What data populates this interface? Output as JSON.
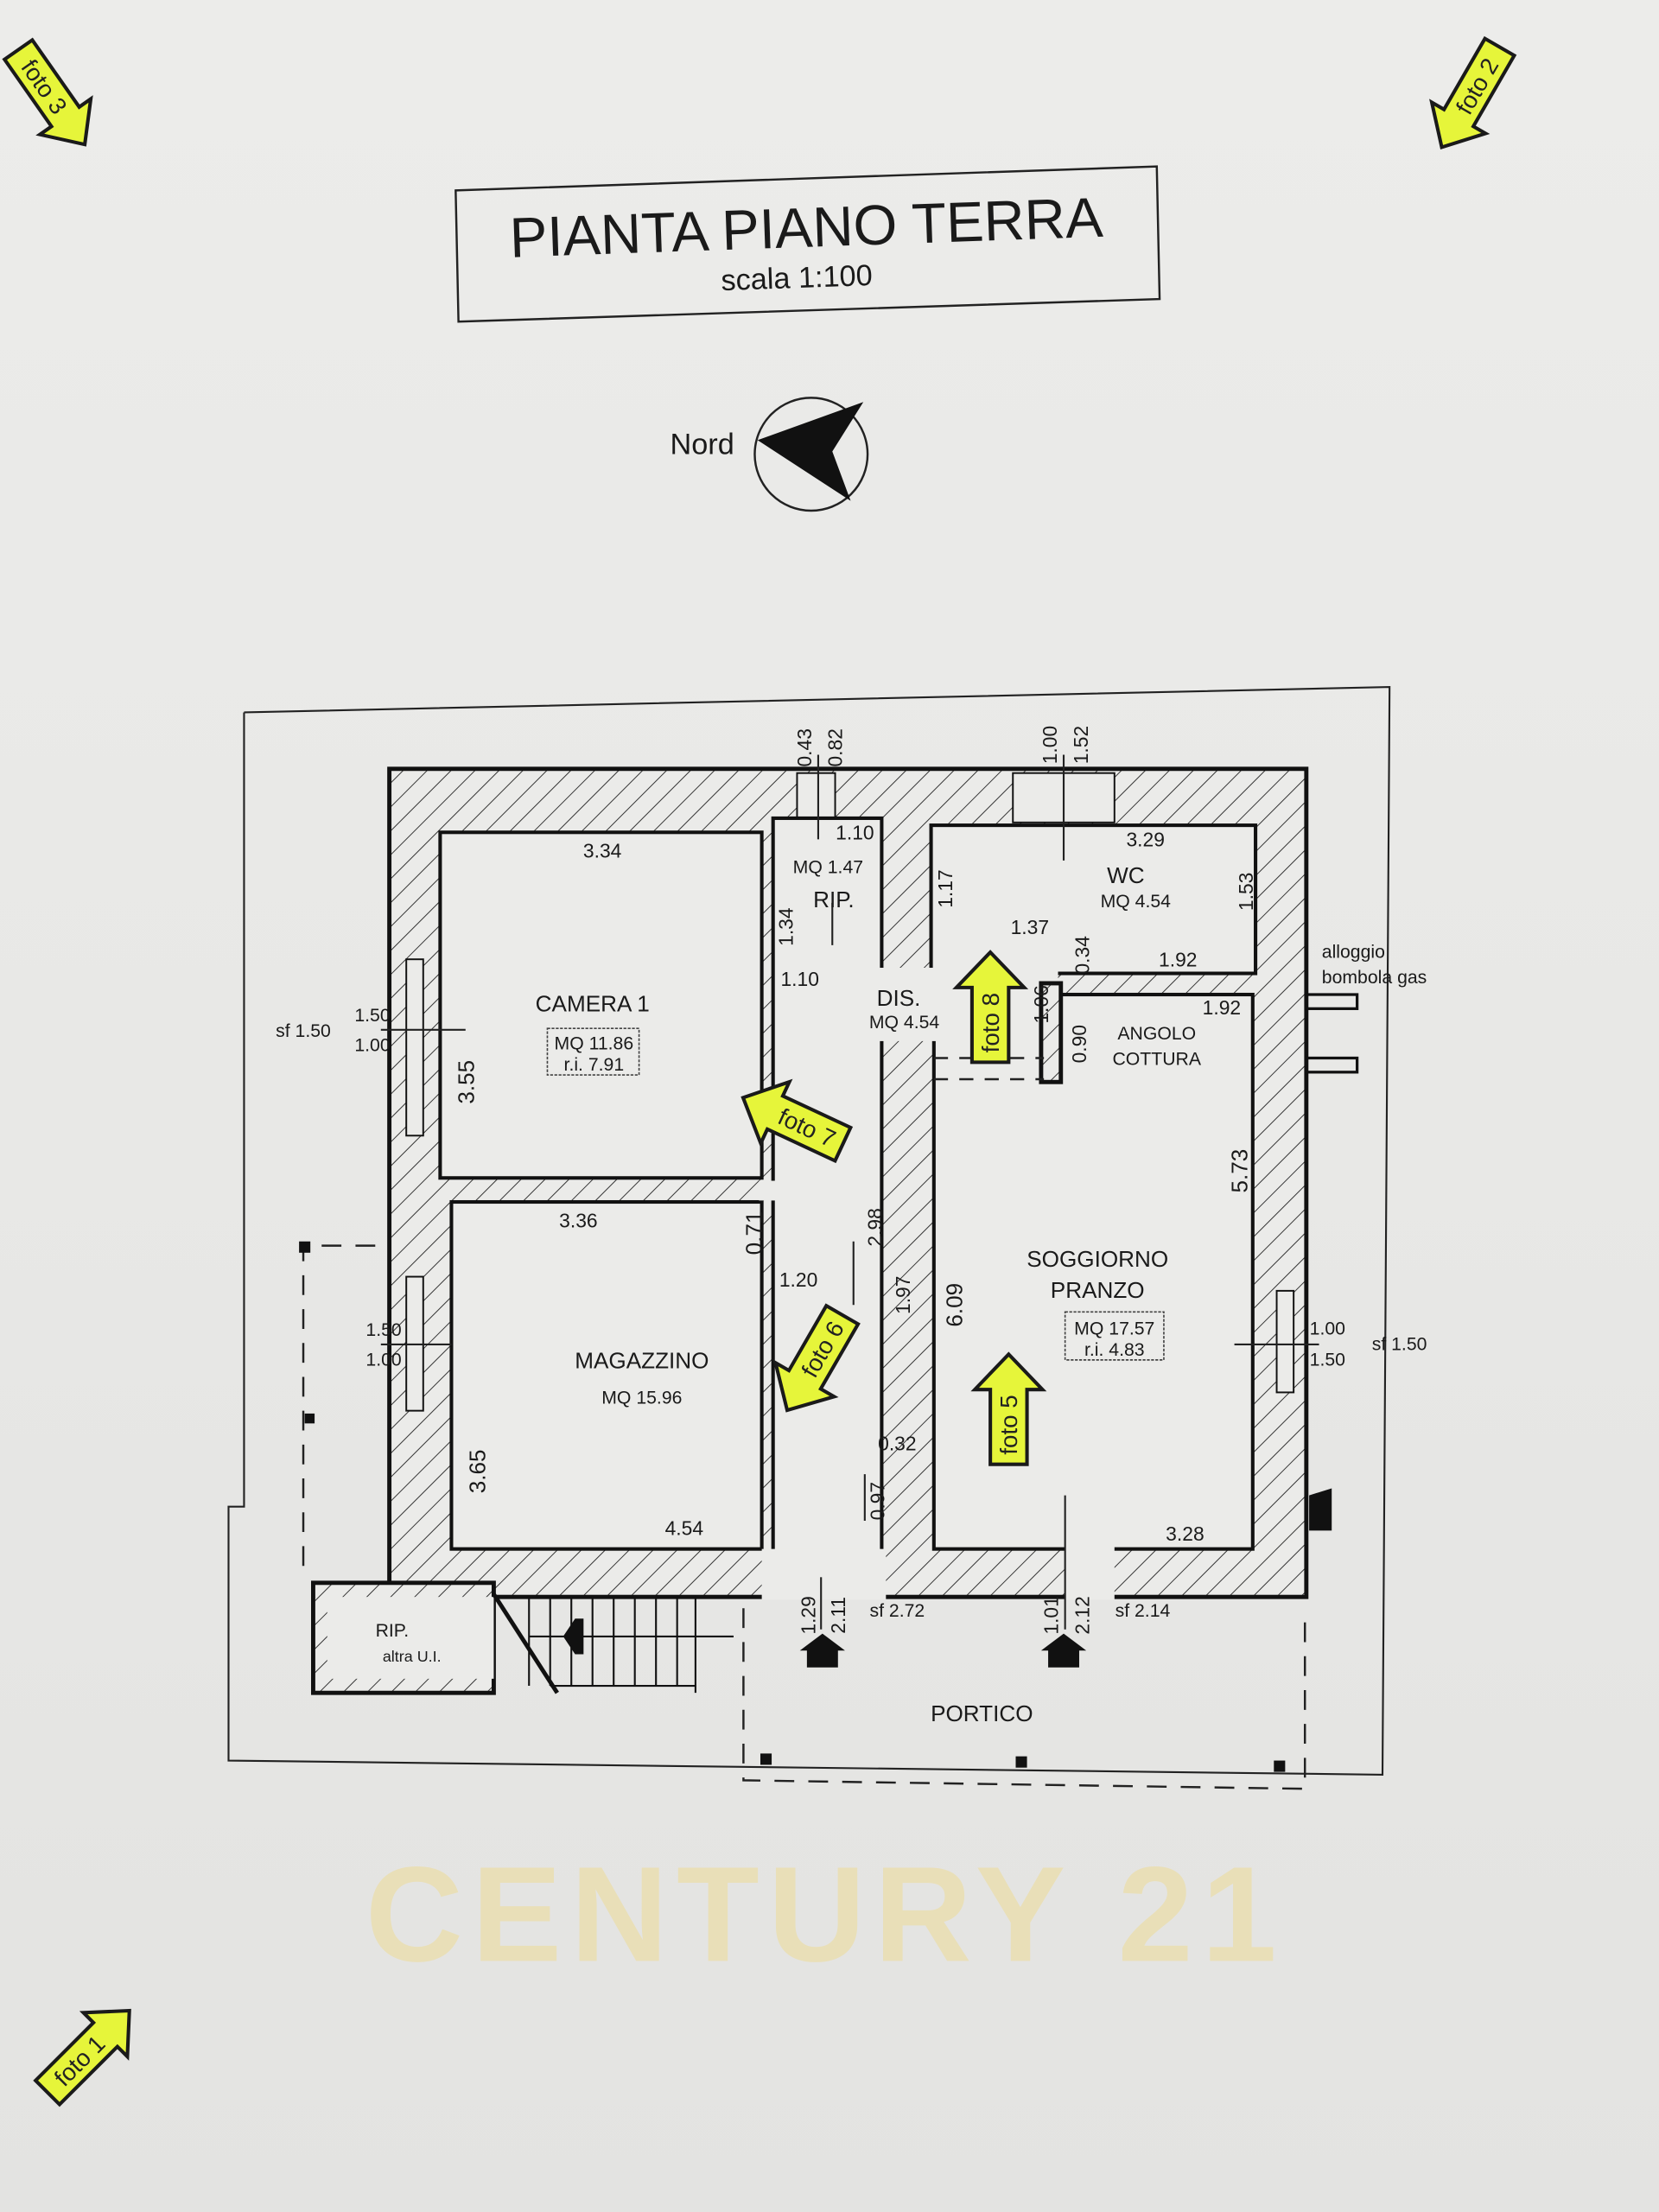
{
  "title": "PIANTA PIANO TERRA",
  "scale": "scala 1:100",
  "north_label": "Nord",
  "watermark": "CENTURY 21",
  "colors": {
    "highlight": "#e6f53a",
    "wall": "#111111",
    "watermark": "#e9dfb8"
  },
  "rooms": {
    "camera": {
      "name": "CAMERA 1",
      "area": "MQ 11.86",
      "ri": "r.i. 7.91"
    },
    "magazzino": {
      "name": "MAGAZZINO",
      "area": "MQ 15.96"
    },
    "rip": {
      "name": "RIP.",
      "area": "MQ 1.47"
    },
    "dis": {
      "name": "DIS.",
      "area": "MQ 4.54"
    },
    "wc": {
      "name": "WC",
      "area": "MQ 4.54"
    },
    "angolo": {
      "line1": "ANGOLO",
      "line2": "COTTURA"
    },
    "soggiorno": {
      "line1": "SOGGIORNO",
      "line2": "PRANZO",
      "area": "MQ 17.57",
      "ri": "r.i. 4.83"
    },
    "portico": {
      "name": "PORTICO"
    },
    "rip_altra": {
      "name": "RIP.",
      "sub": "altra U.I."
    },
    "gas": {
      "line1": "alloggio",
      "line2": "bombola gas"
    }
  },
  "dims_h": [
    "3.34",
    "1.10",
    "1.10",
    "3.29",
    "1.37",
    "1.92",
    "1.92",
    "3.36",
    "1.20",
    "4.54",
    "3.28",
    "0.32",
    "sf 1.50",
    "1.50",
    "1.00",
    "1.50",
    "1.00",
    "1.00",
    "1.50",
    "sf 1.50",
    "sf 2.72",
    "sf 2.14"
  ],
  "dims_v": [
    "0.43",
    "0.82",
    "1.00",
    "1.52",
    "1.17",
    "1.53",
    "0.34",
    "1.06",
    "0.90",
    "1.34",
    "3.55",
    "5.73",
    "0.71",
    "2.98",
    "1.97",
    "6.09",
    "3.65",
    "0.97",
    "1.29",
    "2.11",
    "1.01",
    "2.12"
  ],
  "photos": [
    "foto 1",
    "foto 2",
    "foto 3",
    "foto 5",
    "foto 6",
    "foto 7",
    "foto 8"
  ]
}
